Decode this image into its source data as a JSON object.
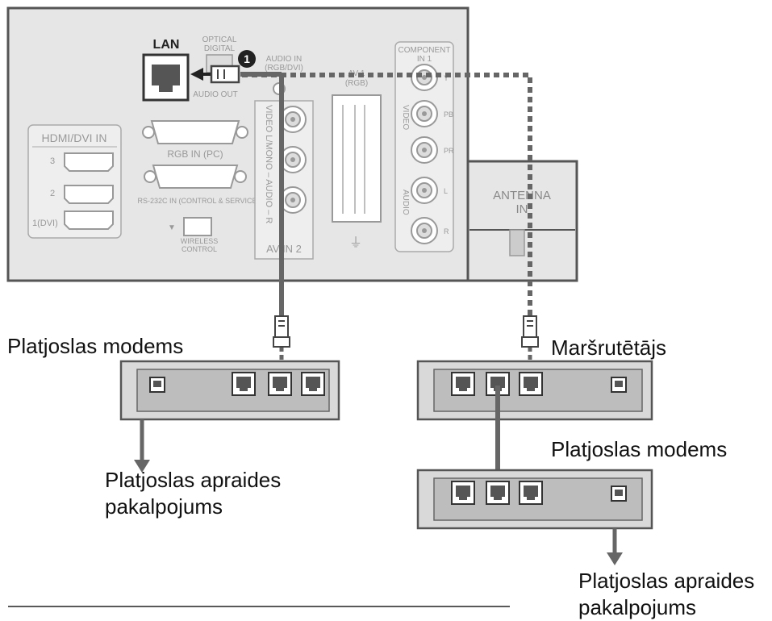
{
  "panel": {
    "lan": "LAN",
    "optical_digital": [
      "OPTICAL",
      "DIGITAL"
    ],
    "audio_out": "AUDIO OUT",
    "audio_in": [
      "AUDIO IN",
      "(RGB/DVI)"
    ],
    "step_number": "1",
    "av1": "AV 1",
    "rgb_paren": "(RGB)",
    "hdmi_title": "HDMI/DVI IN",
    "hdmi_ports": [
      "3",
      "2",
      "1(DVI)"
    ],
    "rgb_in": "RGB IN (PC)",
    "rs232c": "RS-232C IN (CONTROL & SERVICE)",
    "wireless": [
      "WIRELESS",
      "CONTROL"
    ],
    "av_in2": "AV IN 2",
    "av2_side": "VIDEO   L/MONO – AUDIO – R",
    "component": [
      "COMPONENT",
      "IN 1"
    ],
    "component_video": "VIDEO",
    "component_audio": "AUDIO",
    "component_jacks": [
      "Y",
      "PB",
      "PR",
      "L",
      "R"
    ],
    "antenna": [
      "ANTENNA",
      "IN"
    ]
  },
  "labels": {
    "modem_left": "Platjoslas modems",
    "router": "Maršrutētājs",
    "modem_right": "Platjoslas modems",
    "service_left": [
      "Platjoslas apraides",
      "pakalpojums"
    ],
    "service_right": [
      "Platjoslas apraides",
      "pakalpojums"
    ]
  },
  "colors": {
    "panel_bg": "#e6e6e6",
    "panel_border": "#555555",
    "device_bg": "#d9d9d9",
    "device_inner": "#bdbdbd",
    "cable": "#666666",
    "text": "#111111"
  }
}
